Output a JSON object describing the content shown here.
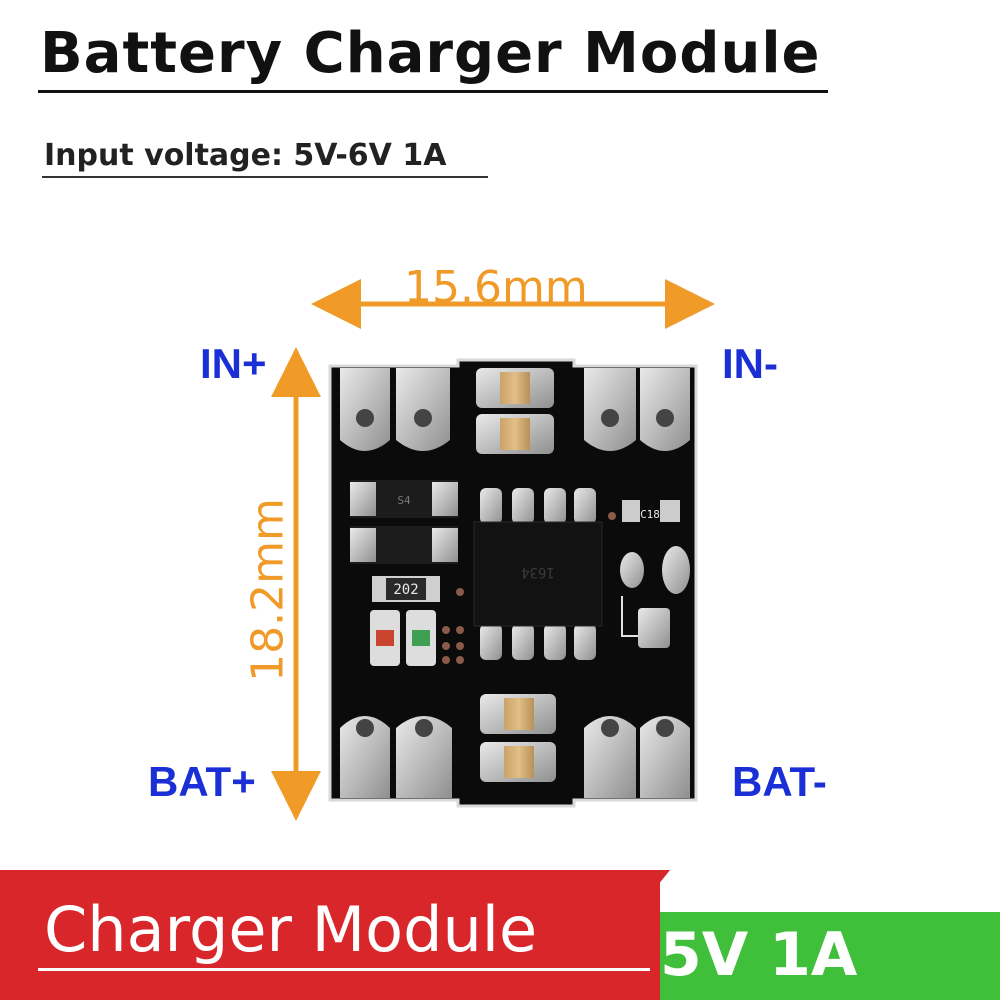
{
  "title": "Battery Charger Module",
  "subtitle": "Input voltage: 5V-6V 1A",
  "dimensions": {
    "width": "15.6mm",
    "height": "18.2mm"
  },
  "pins": {
    "in_plus": "IN+",
    "in_minus": "IN-",
    "bat_plus": "BAT+",
    "bat_minus": "BAT-"
  },
  "board_marks": {
    "chip_mark": "1634",
    "resistor_mark": "202",
    "cap_mark": "C18",
    "diode_mark": "S4"
  },
  "banner": {
    "left": "Charger Module",
    "right": "5V 1A"
  },
  "colors": {
    "dimension": "#f09a28",
    "pin_label": "#1a2fd6",
    "banner_red": "#d8262b",
    "banner_green": "#3fbf3a",
    "pcb": "#0b0b0b"
  }
}
